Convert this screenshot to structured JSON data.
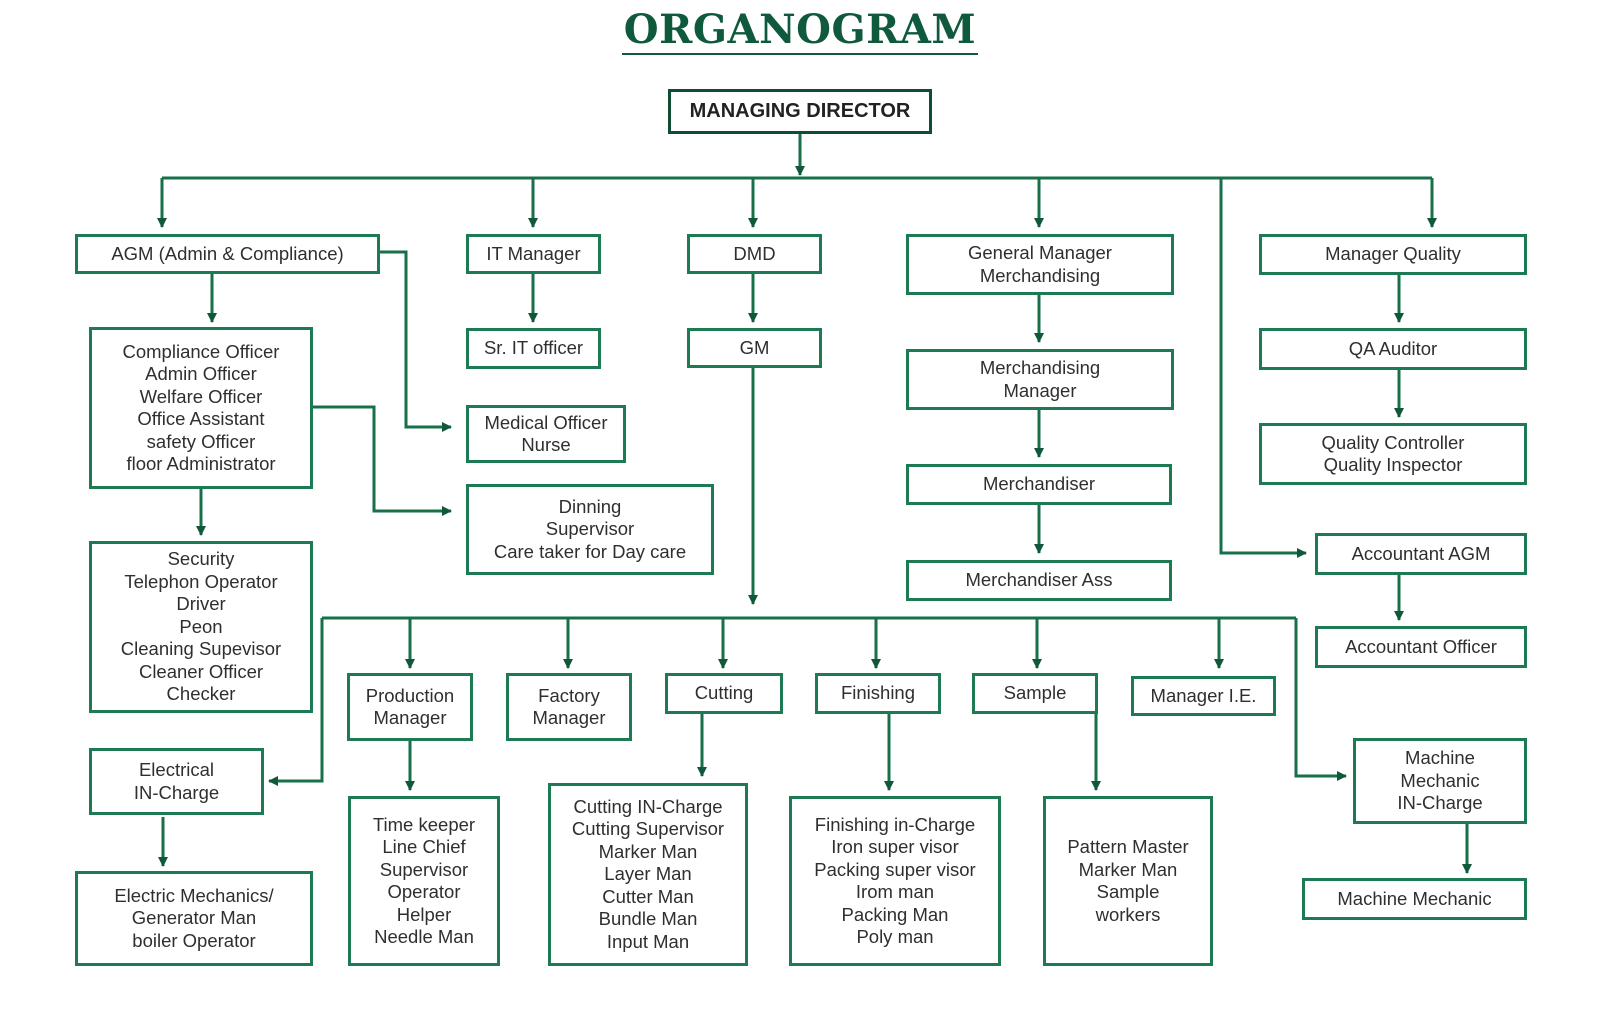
{
  "title": "ORGANOGRAM",
  "colors": {
    "accent": "#1d7a52",
    "dark": "#114d33",
    "title": "#0f5a3c"
  },
  "boxes": {
    "managing_director": "MANAGING DIRECTOR",
    "agm": "AGM (Admin & Compliance)",
    "compliance_staff": "Compliance Officer\nAdmin Officer\nWelfare Officer\nOffice Assistant\nsafety Officer\nfloor Administrator",
    "security_staff": "Security\nTelephon Operator\nDriver\nPeon\nCleaning Supevisor\nCleaner Officer\nChecker",
    "it_manager": "IT Manager",
    "sr_it_officer": "Sr. IT officer",
    "medical": "Medical Officer\nNurse",
    "dinning": "Dinning\nSupervisor\nCare taker for Day care",
    "dmd": "DMD",
    "gm": "GM",
    "gm_merch": "General Manager\nMerchandising",
    "merch_manager": "Merchandising\nManager",
    "merchandiser": "Merchandiser",
    "merch_ass": "Merchandiser Ass",
    "manager_quality": "Manager Quality",
    "qa_auditor": "QA Auditor",
    "quality_controller": "Quality Controller\nQuality Inspector",
    "accountant_agm": "Accountant AGM",
    "accountant_officer": "Accountant Officer",
    "production_manager": "Production\nManager",
    "factory_manager": "Factory\nManager",
    "cutting": "Cutting",
    "finishing": "Finishing",
    "sample": "Sample",
    "manager_ie": "Manager I.E.",
    "electrical_incharge": "Electrical\nIN-Charge",
    "electric_mechanics": "Electric Mechanics/\nGenerator Man\nboiler Operator",
    "production_staff": "Time keeper\nLine Chief\nSupervisor\nOperator\nHelper\nNeedle Man",
    "cutting_staff": "Cutting IN-Charge\nCutting Supervisor\nMarker Man\nLayer Man\nCutter Man\nBundle Man\nInput Man",
    "finishing_staff": "Finishing in-Charge\nIron super visor\nPacking super visor\nIrom man\nPacking Man\nPoly man",
    "sample_staff": "Pattern Master\nMarker Man\nSample\nworkers",
    "machine_incharge": "Machine\nMechanic\nIN-Charge",
    "machine_mechanic": "Machine Mechanic"
  }
}
